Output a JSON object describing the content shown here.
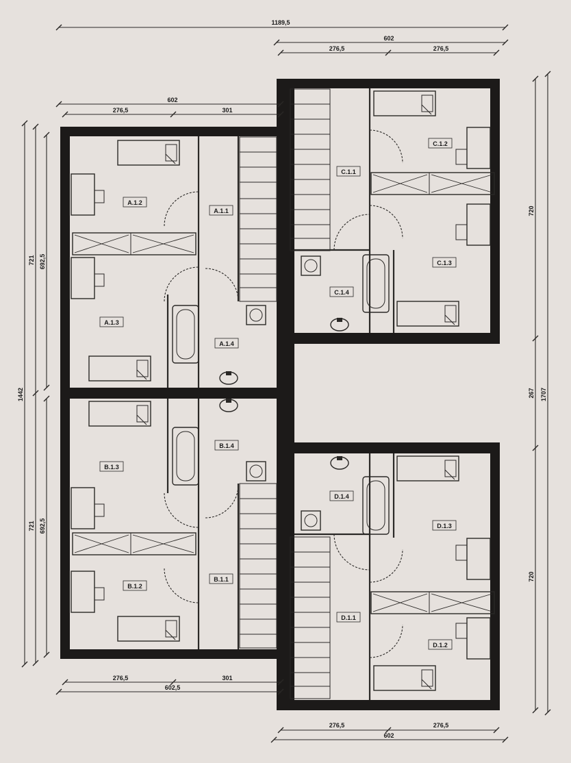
{
  "dimensions": {
    "top_overall": "1189,5",
    "top_right_total": "602",
    "top_right_left": "276,5",
    "top_right_right": "276,5",
    "left_block_total": "602",
    "left_block_a": "276,5",
    "left_block_b": "301",
    "bottom_left_a": "276,5",
    "bottom_left_b": "301",
    "bottom_left_total": "602,5",
    "bottom_right_left": "276,5",
    "bottom_right_right": "276,5",
    "bottom_right_total": "602",
    "left_overall": "1442",
    "left_upper_outer": "721",
    "left_upper_inner": "692,5",
    "left_lower_outer": "721",
    "left_lower_inner": "692,5",
    "right_upper": "720",
    "right_middle": "267",
    "right_lower": "720",
    "right_overall": "1707"
  },
  "rooms": {
    "A11": "A.1.1",
    "A12": "A.1.2",
    "A13": "A.1.3",
    "A14": "A.1.4",
    "B11": "B.1.1",
    "B12": "B.1.2",
    "B13": "B.1.3",
    "B14": "B.1.4",
    "C11": "C.1.1",
    "C12": "C.1.2",
    "C13": "C.1.3",
    "C14": "C.1.4",
    "D11": "D.1.1",
    "D12": "D.1.2",
    "D13": "D.1.3",
    "D14": "D.1.4"
  },
  "colors": {
    "background": "#e6e1dd",
    "wall": "#1c1a19",
    "line": "#2a2826"
  }
}
